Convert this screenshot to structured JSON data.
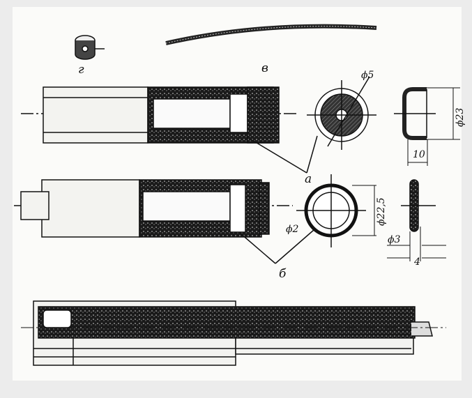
{
  "figure": {
    "part_labels": {
      "g": "г",
      "v": "в",
      "a": "а",
      "b": "б"
    },
    "dimensions": {
      "bore_a": "ϕ5",
      "cap_diameter": "ϕ23",
      "cap_width": "10",
      "ring_diameter": "ϕ22,5",
      "hole_b": "ϕ2",
      "disc_hole": "ϕ3",
      "disc_width": "4"
    }
  }
}
